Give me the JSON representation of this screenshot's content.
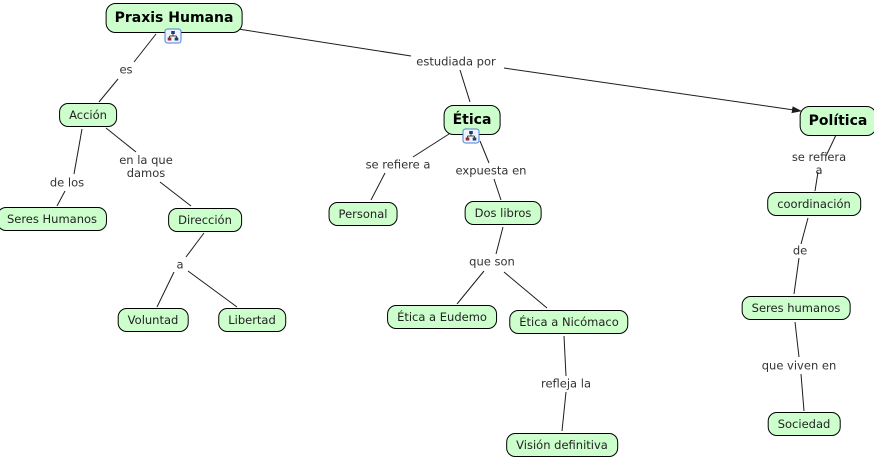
{
  "map": {
    "background": "#ffffff",
    "style": {
      "node_fill": "#ccffcc",
      "node_border": "#000000",
      "line_color": "#1c1c1c",
      "phrase_text_color": "#333333",
      "node_text_color": "#222222",
      "bold_node_text_color": "#000000",
      "icon_border_color": "#4a7fd4"
    },
    "nodes": [
      {
        "id": "praxis-humana",
        "label": "Praxis Humana",
        "bold": true,
        "has_icon": true
      },
      {
        "id": "accion",
        "label": "Acción",
        "bold": false,
        "has_icon": false
      },
      {
        "id": "seres-humanos",
        "label": "Seres Humanos",
        "bold": false,
        "has_icon": false
      },
      {
        "id": "direccion",
        "label": "Dirección",
        "bold": false,
        "has_icon": false
      },
      {
        "id": "voluntad",
        "label": "Voluntad",
        "bold": false,
        "has_icon": false
      },
      {
        "id": "libertad",
        "label": "Libertad",
        "bold": false,
        "has_icon": false
      },
      {
        "id": "etica",
        "label": "Ética",
        "bold": true,
        "has_icon": true
      },
      {
        "id": "personal",
        "label": "Personal",
        "bold": false,
        "has_icon": false
      },
      {
        "id": "dos-libros",
        "label": "Dos libros",
        "bold": false,
        "has_icon": false
      },
      {
        "id": "etica-a-eudemo",
        "label": "Ética a Eudemo",
        "bold": false,
        "has_icon": false
      },
      {
        "id": "etica-a-nicomaco",
        "label": "Ética a Nicómaco",
        "bold": false,
        "has_icon": false
      },
      {
        "id": "vision-definitiva",
        "label": "Visión definitiva",
        "bold": false,
        "has_icon": false
      },
      {
        "id": "politica",
        "label": "Política",
        "bold": true,
        "has_icon": false
      },
      {
        "id": "coordinacion",
        "label": "coordinación",
        "bold": false,
        "has_icon": false
      },
      {
        "id": "seres-humanos-2",
        "label": "Seres humanos",
        "bold": false,
        "has_icon": false
      },
      {
        "id": "sociedad",
        "label": "Sociedad",
        "bold": false,
        "has_icon": false
      }
    ],
    "phrases": [
      {
        "id": "es",
        "text": "es"
      },
      {
        "id": "de-los",
        "text": "de los"
      },
      {
        "id": "en-la-que-damos",
        "text": "en la que\ndamos"
      },
      {
        "id": "a",
        "text": "a"
      },
      {
        "id": "estudiada-por",
        "text": "estudiada por"
      },
      {
        "id": "se-refiere-a",
        "text": "se refiere a"
      },
      {
        "id": "expuesta-en",
        "text": "expuesta en"
      },
      {
        "id": "que-son",
        "text": "que son"
      },
      {
        "id": "refleja-la",
        "text": "refleja la"
      },
      {
        "id": "se-refiera-a",
        "text": "se refiera a"
      },
      {
        "id": "de",
        "text": "de"
      },
      {
        "id": "que-viven-en",
        "text": "que viven en"
      }
    ],
    "relations": [
      {
        "from": "Praxis Humana",
        "label": "es",
        "to": "Acción",
        "arrow": false
      },
      {
        "from": "Acción",
        "label": "de los",
        "to": "Seres Humanos",
        "arrow": false
      },
      {
        "from": "Acción",
        "label": "en la que damos",
        "to": "Dirección",
        "arrow": false
      },
      {
        "from": "Dirección",
        "label": "a",
        "to": "Voluntad",
        "arrow": false
      },
      {
        "from": "Dirección",
        "label": "a",
        "to": "Libertad",
        "arrow": false
      },
      {
        "from": "Praxis Humana",
        "label": "estudiada por",
        "to": "Ética",
        "arrow": false
      },
      {
        "from": "Praxis Humana",
        "label": "estudiada por",
        "to": "Política",
        "arrow": true
      },
      {
        "from": "Ética",
        "label": "se refiere a",
        "to": "Personal",
        "arrow": false
      },
      {
        "from": "Ética",
        "label": "expuesta en",
        "to": "Dos libros",
        "arrow": false
      },
      {
        "from": "Dos libros",
        "label": "que son",
        "to": "Ética a Eudemo",
        "arrow": false
      },
      {
        "from": "Dos libros",
        "label": "que son",
        "to": "Ética a Nicómaco",
        "arrow": false
      },
      {
        "from": "Ética a Nicómaco",
        "label": "refleja la",
        "to": "Visión definitiva",
        "arrow": false
      },
      {
        "from": "Política",
        "label": "se refiera a",
        "to": "coordinación",
        "arrow": false
      },
      {
        "from": "coordinación",
        "label": "de",
        "to": "Seres humanos",
        "arrow": false
      },
      {
        "from": "Seres humanos",
        "label": "que viven en",
        "to": "Sociedad",
        "arrow": false
      }
    ],
    "icons": [
      {
        "name": "linked-cmap-icon",
        "meaning": "linked child concept map resource"
      }
    ]
  }
}
